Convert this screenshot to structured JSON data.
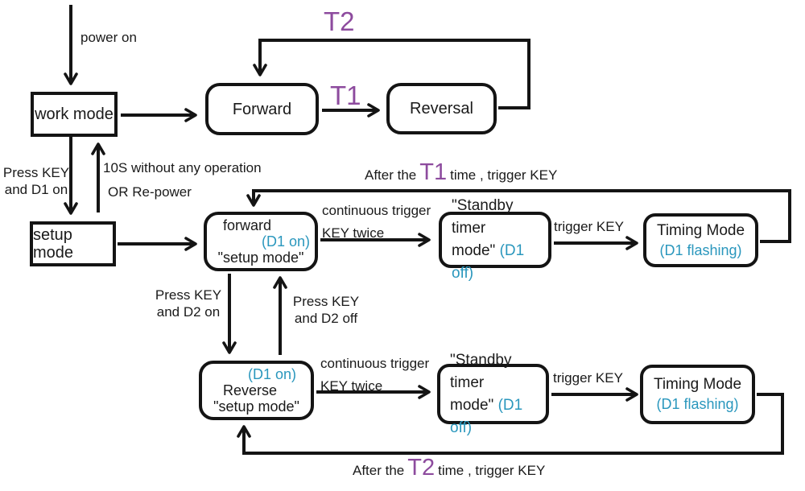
{
  "diagram": {
    "title_hint": "motor work/setup mode state diagram",
    "colors": {
      "line": "#141414",
      "text": "#1a1a1a",
      "accent_purple": "#8d4b9e",
      "accent_cyan": "#2a97bd",
      "background": "#ffffff"
    },
    "nodes": {
      "work_mode": {
        "label": "work mode"
      },
      "setup_mode": {
        "label": "setup mode"
      },
      "forward": {
        "label": "Forward"
      },
      "reversal": {
        "label": "Reversal"
      },
      "forward_setup": {
        "line1": "forward",
        "line2": "(D1 on)",
        "line3": "\"setup mode\""
      },
      "standby_top": {
        "line1": "\"Standby timer",
        "line2": "mode\"",
        "line2_status": "(D1 off)"
      },
      "timing_top": {
        "line1": "Timing Mode",
        "line2": "(D1 flashing)"
      },
      "reverse_setup": {
        "line1": "(D1 on)",
        "line2": "Reverse",
        "line3": "\"setup mode\""
      },
      "standby_bottom": {
        "line1": "\"Standby timer",
        "line2": "mode\"",
        "line2_status": "(D1 off)"
      },
      "timing_bottom": {
        "line1": "Timing Mode",
        "line2": "(D1 flashing)"
      }
    },
    "edges": {
      "power_on": "power on",
      "t2_loop": "T2",
      "t1_step": "T1",
      "press_key_d1_line1": "Press KEY",
      "press_key_d1_line2": "and D1 on",
      "timeout_line1": "10S without any operation",
      "timeout_line2": "OR Re-power",
      "after_t1_pre": "After the",
      "after_t1_t": "T1",
      "after_t1_post": "time , trigger KEY",
      "continuous_top_line1": "continuous trigger",
      "continuous_top_line2": "KEY twice",
      "trigger_key_top": "trigger KEY",
      "press_key_d2_on_line1": "Press KEY",
      "press_key_d2_on_line2": "and D2 on",
      "press_key_d2_off_line1": "Press KEY",
      "press_key_d2_off_line2": "and D2 off",
      "continuous_bottom_line1": "continuous trigger",
      "continuous_bottom_line2": "KEY twice",
      "trigger_key_bottom": "trigger KEY",
      "after_t2_pre": "After the",
      "after_t2_t": "T2",
      "after_t2_post": "time , trigger KEY"
    }
  }
}
